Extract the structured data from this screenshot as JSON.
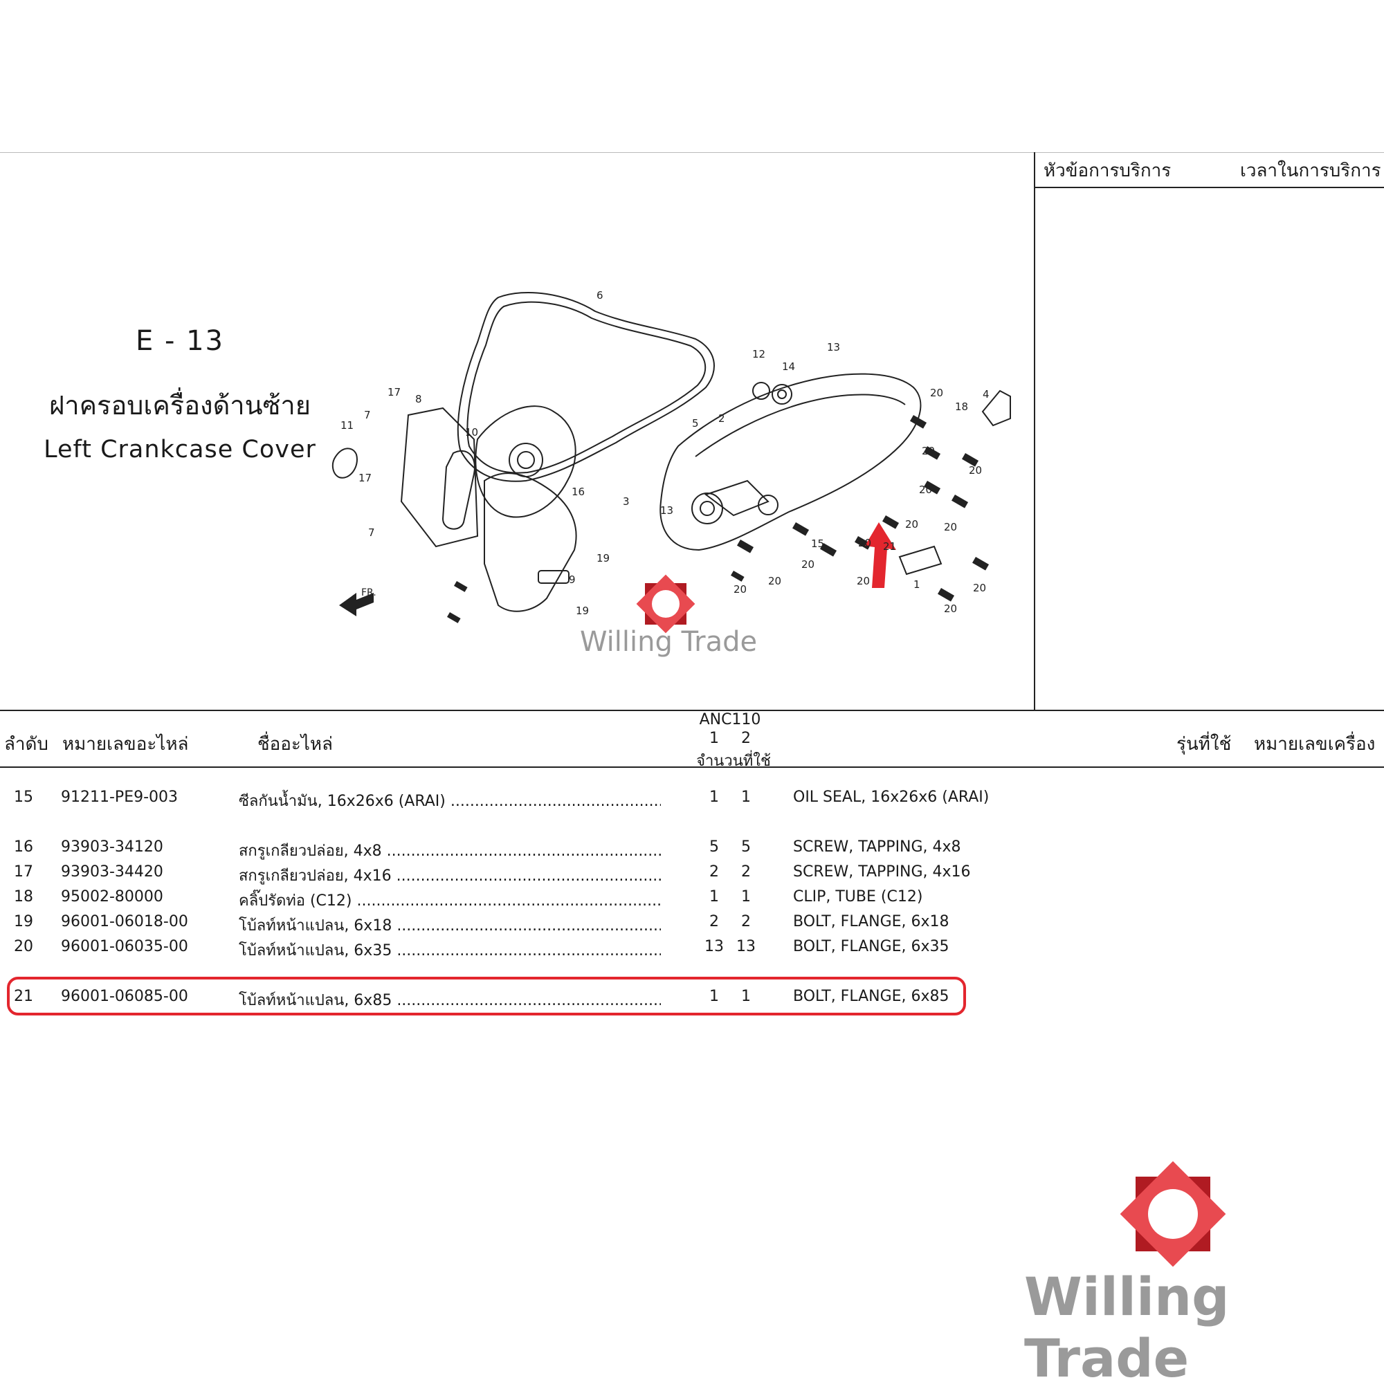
{
  "section": {
    "code": "E - 13",
    "title_th": "ฝาครอบเครื่องด้านซ้าย",
    "title_en": "Left Crankcase Cover"
  },
  "service_panel": {
    "topic_label": "หัวข้อการบริการ",
    "time_label": "เวลาในการบริการ"
  },
  "diagram": {
    "callouts": [
      "1",
      "2",
      "3",
      "4",
      "5",
      "6",
      "7",
      "7",
      "8",
      "9",
      "10",
      "11",
      "12",
      "13",
      "13",
      "14",
      "15",
      "16",
      "17",
      "17",
      "18",
      "19",
      "19",
      "20",
      "20",
      "20",
      "20",
      "20",
      "20",
      "20",
      "20",
      "20",
      "20",
      "20",
      "20",
      "20",
      "21"
    ],
    "front_label": "FR."
  },
  "table": {
    "headers": {
      "no": "ลำดับ",
      "part_number": "หมายเลขอะไหล่",
      "part_name": "ชื่ออะไหล่",
      "model": "ANC110",
      "qty_col1": "1",
      "qty_col2": "2",
      "qty_label": "จำนวนที่ใช้",
      "used_model": "รุ่นที่ใช้",
      "engine_no": "หมายเลขเครื่อง"
    },
    "rows": [
      {
        "no": "15",
        "part_number": "91211-PE9-003",
        "name_th": "ซีลกันน้ำมัน, 16x26x6 (ARAI) ..............................................................",
        "q1": "1",
        "q2": "1",
        "name_en": "OIL SEAL, 16x26x6 (ARAI)"
      },
      {
        "no": "16",
        "part_number": "93903-34120",
        "name_th": "สกรูเกลียวปล่อย, 4x8 .........................................................................",
        "q1": "5",
        "q2": "5",
        "name_en": "SCREW, TAPPING, 4x8"
      },
      {
        "no": "17",
        "part_number": "93903-34420",
        "name_th": "สกรูเกลียวปล่อย, 4x16 .......................................................................",
        "q1": "2",
        "q2": "2",
        "name_en": "SCREW, TAPPING, 4x16"
      },
      {
        "no": "18",
        "part_number": "95002-80000",
        "name_th": "คลิ๊ปรัดท่อ (C12) ...............................................................................",
        "q1": "1",
        "q2": "1",
        "name_en": "CLIP, TUBE (C12)"
      },
      {
        "no": "19",
        "part_number": "96001-06018-00",
        "name_th": "โบ้ลท์หน้าแปลน, 6x18 .......................................................................",
        "q1": "2",
        "q2": "2",
        "name_en": "BOLT, FLANGE, 6x18"
      },
      {
        "no": "20",
        "part_number": "96001-06035-00",
        "name_th": "โบ้ลท์หน้าแปลน, 6x35 .......................................................................",
        "q1": "13",
        "q2": "13",
        "name_en": "BOLT, FLANGE, 6x35"
      },
      {
        "no": "21",
        "part_number": "96001-06085-00",
        "name_th": "โบ้ลท์หน้าแปลน, 6x85 .......................................................................",
        "q1": "1",
        "q2": "1",
        "name_en": "BOLT, FLANGE, 6x85"
      }
    ]
  },
  "watermark": {
    "brand": "Willing Trade"
  },
  "colors": {
    "highlight": "#e3262e",
    "arrow": "#e3262e",
    "logo_dark": "#b01b22",
    "logo_light": "#e84a50",
    "watermark_text": "#9a9a9a"
  }
}
